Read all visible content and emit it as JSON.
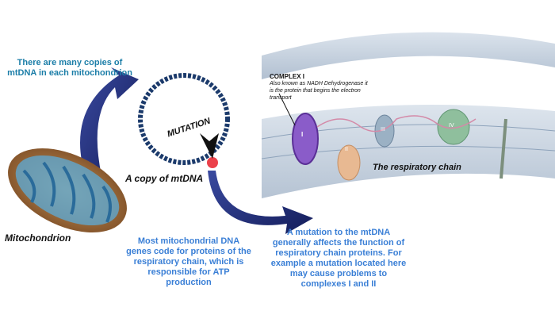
{
  "labels": {
    "copies_text": "There are many copies of mtDNA in each mitochondrion",
    "mutation": "MUTATION",
    "copy_label": "A copy of mtDNA",
    "mitochondrion_label": "Mitochondrion",
    "complex_title": "COMPLEX I",
    "complex_desc": "Also known as NADH Dehydrogenase it is the protein that begins the electron transport",
    "respiratory_label": "The respiratory chain",
    "genes_text": "Most mitochondrial DNA genes code for proteins of the respiratory chain, which is responsible for ATP production",
    "mutation_effect_text": "A mutation to the mtDNA generally affects the function of respiratory chain proteins. For example a mutation located here may cause problems to complexes I and II"
  },
  "complexes": [
    "I",
    "II",
    "III",
    "IV"
  ],
  "colors": {
    "dna_ring": "#1b3a6b",
    "arrow": "#22307a",
    "mutation": "#e8202a",
    "complex_I": "#8a5cc9",
    "complex_II": "#e8b992",
    "complex_III": "#9bb1c4",
    "complex_IV": "#8fbf9d",
    "membrane": "#b8c7d8",
    "text_blue": "#3a7fd6",
    "text_teal": "#1c7ea8"
  }
}
